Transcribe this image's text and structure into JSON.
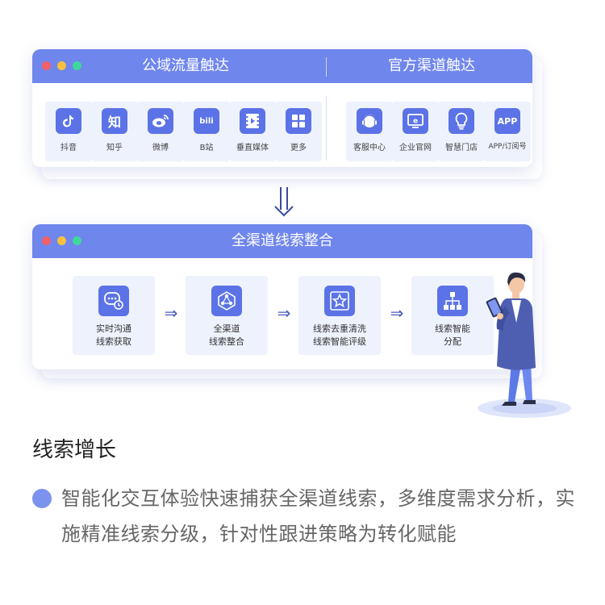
{
  "colors": {
    "header_blue": "#6f86ec",
    "icon_blue": "#5b73e6",
    "tile_bg": "#eef2fc",
    "dot_red": "#f2606a",
    "dot_yellow": "#f5c13f",
    "dot_green": "#3fd89a"
  },
  "panel_top": {
    "left_title": "公域流量触达",
    "right_title": "官方渠道触达",
    "public_channels": [
      {
        "label": "抖音",
        "icon": "tiktok-icon",
        "glyph": "♪"
      },
      {
        "label": "知乎",
        "icon": "zhihu-icon",
        "glyph": "知"
      },
      {
        "label": "微博",
        "icon": "weibo-icon",
        "glyph": "◉"
      },
      {
        "label": "B站",
        "icon": "bilibili-icon",
        "glyph": "bili"
      },
      {
        "label": "垂直媒体",
        "icon": "video-icon",
        "glyph": "▶"
      },
      {
        "label": "更多",
        "icon": "grid-icon",
        "glyph": "▦"
      }
    ],
    "official_channels": [
      {
        "label": "客服中心",
        "icon": "headset-icon",
        "glyph": "☎"
      },
      {
        "label": "企业官网",
        "icon": "website-icon",
        "glyph": "e"
      },
      {
        "label": "智慧门店",
        "icon": "bulb-icon",
        "glyph": "✦"
      },
      {
        "label": "APP/订阅号",
        "icon": "app-icon",
        "glyph": "APP"
      }
    ]
  },
  "panel_bottom": {
    "title": "全渠道线索整合",
    "steps": [
      {
        "label": "实时沟通\n线索获取",
        "icon": "chat-clock-icon"
      },
      {
        "label": "全渠道\n线索整合",
        "icon": "network-icon"
      },
      {
        "label": "线索去重清洗\n线索智能评级",
        "icon": "star-icon"
      },
      {
        "label": "线索智能\n分配",
        "icon": "hierarchy-icon"
      }
    ],
    "arrow_glyph": "⇒"
  },
  "section": {
    "title": "线索增长",
    "description": "智能化交互体验快速捕获全渠道线索，多维度需求分析，实施精准线索分级，针对性跟进策略为转化赋能"
  }
}
